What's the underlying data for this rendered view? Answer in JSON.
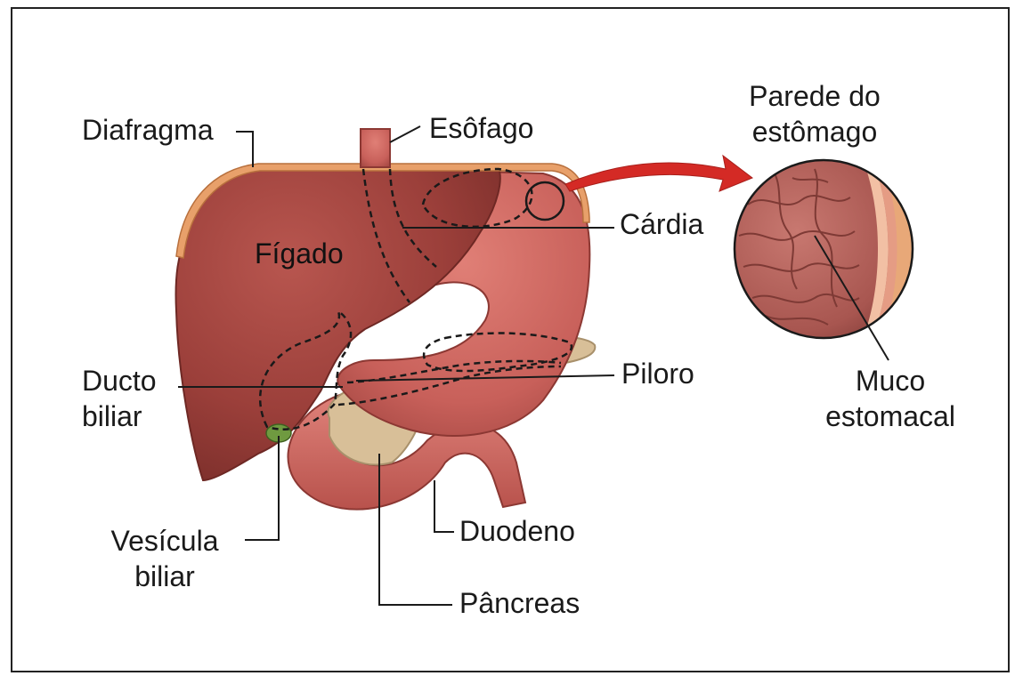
{
  "labels": {
    "diafragma": "Diafragma",
    "esofago": "Esôfago",
    "figado": "Fígado",
    "cardia": "Cárdia",
    "parede_line1": "Parede do",
    "parede_line2": "estômago",
    "ducto_line1": "Ducto",
    "ducto_line2": "biliar",
    "piloro": "Piloro",
    "muco_line1": "Muco",
    "muco_line2": "estomacal",
    "vesicula_line1": "Vesícula",
    "vesicula_line2": "biliar",
    "duodeno": "Duodeno",
    "pancreas": "Pâncreas"
  },
  "colors": {
    "liver": "#9b3f3a",
    "stomach": "#c8605a",
    "diaphragm": "#e8a06a",
    "arrow": "#d42a25",
    "pancreas": "#d8bf98",
    "gallbladder": "#6f9a40",
    "mucosa": "#b0605a"
  }
}
